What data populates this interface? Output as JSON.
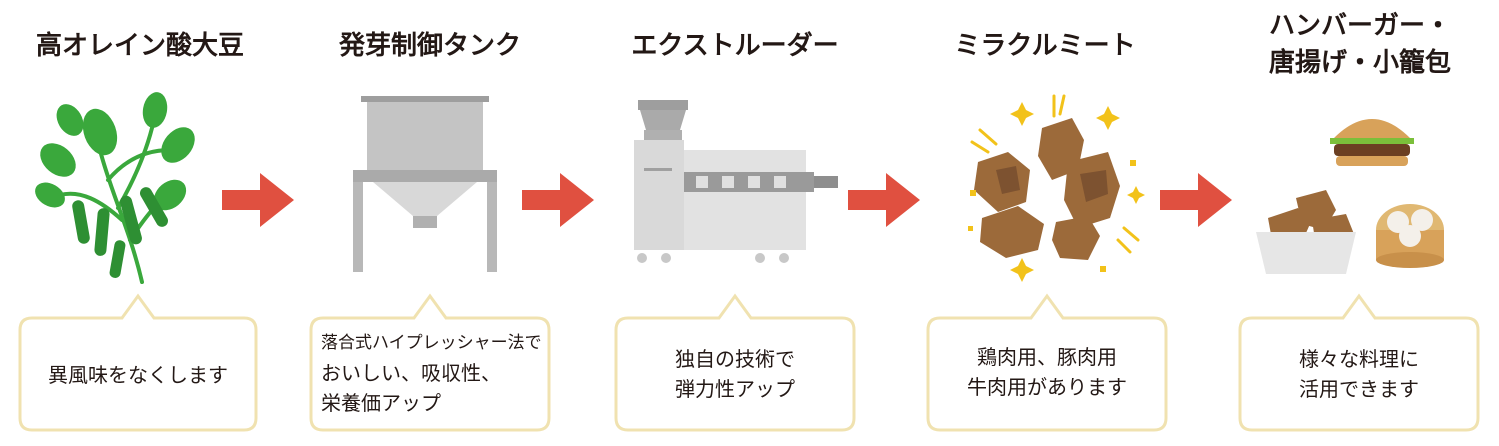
{
  "steps": [
    {
      "title_lines": [
        "高オレイン酸大豆"
      ],
      "bubble_lines": [
        "異風味をなくします"
      ]
    },
    {
      "title_lines": [
        "発芽制御タンク"
      ],
      "bubble_lines": [
        "落合式ハイプレッシャー法で",
        "おいしい、吸収性、",
        "栄養価アップ"
      ]
    },
    {
      "title_lines": [
        "エクストルーダー"
      ],
      "bubble_lines": [
        "独自の技術で",
        "弾力性アップ"
      ]
    },
    {
      "title_lines": [
        "ミラクルミート"
      ],
      "bubble_lines": [
        "鶏肉用、豚肉用",
        "牛肉用があります"
      ]
    },
    {
      "title_lines": [
        "ハンバーガー・",
        "唐揚げ・小籠包"
      ],
      "bubble_lines": [
        "様々な料理に",
        "活用できます"
      ]
    }
  ],
  "colors": {
    "arrow": "#e05040",
    "bubble_border": "#f0e2b0",
    "leaf": "#3aa83c",
    "machine": "#bcbcbc",
    "meat": "#9c6a3a",
    "sparkle": "#f2c21a"
  }
}
